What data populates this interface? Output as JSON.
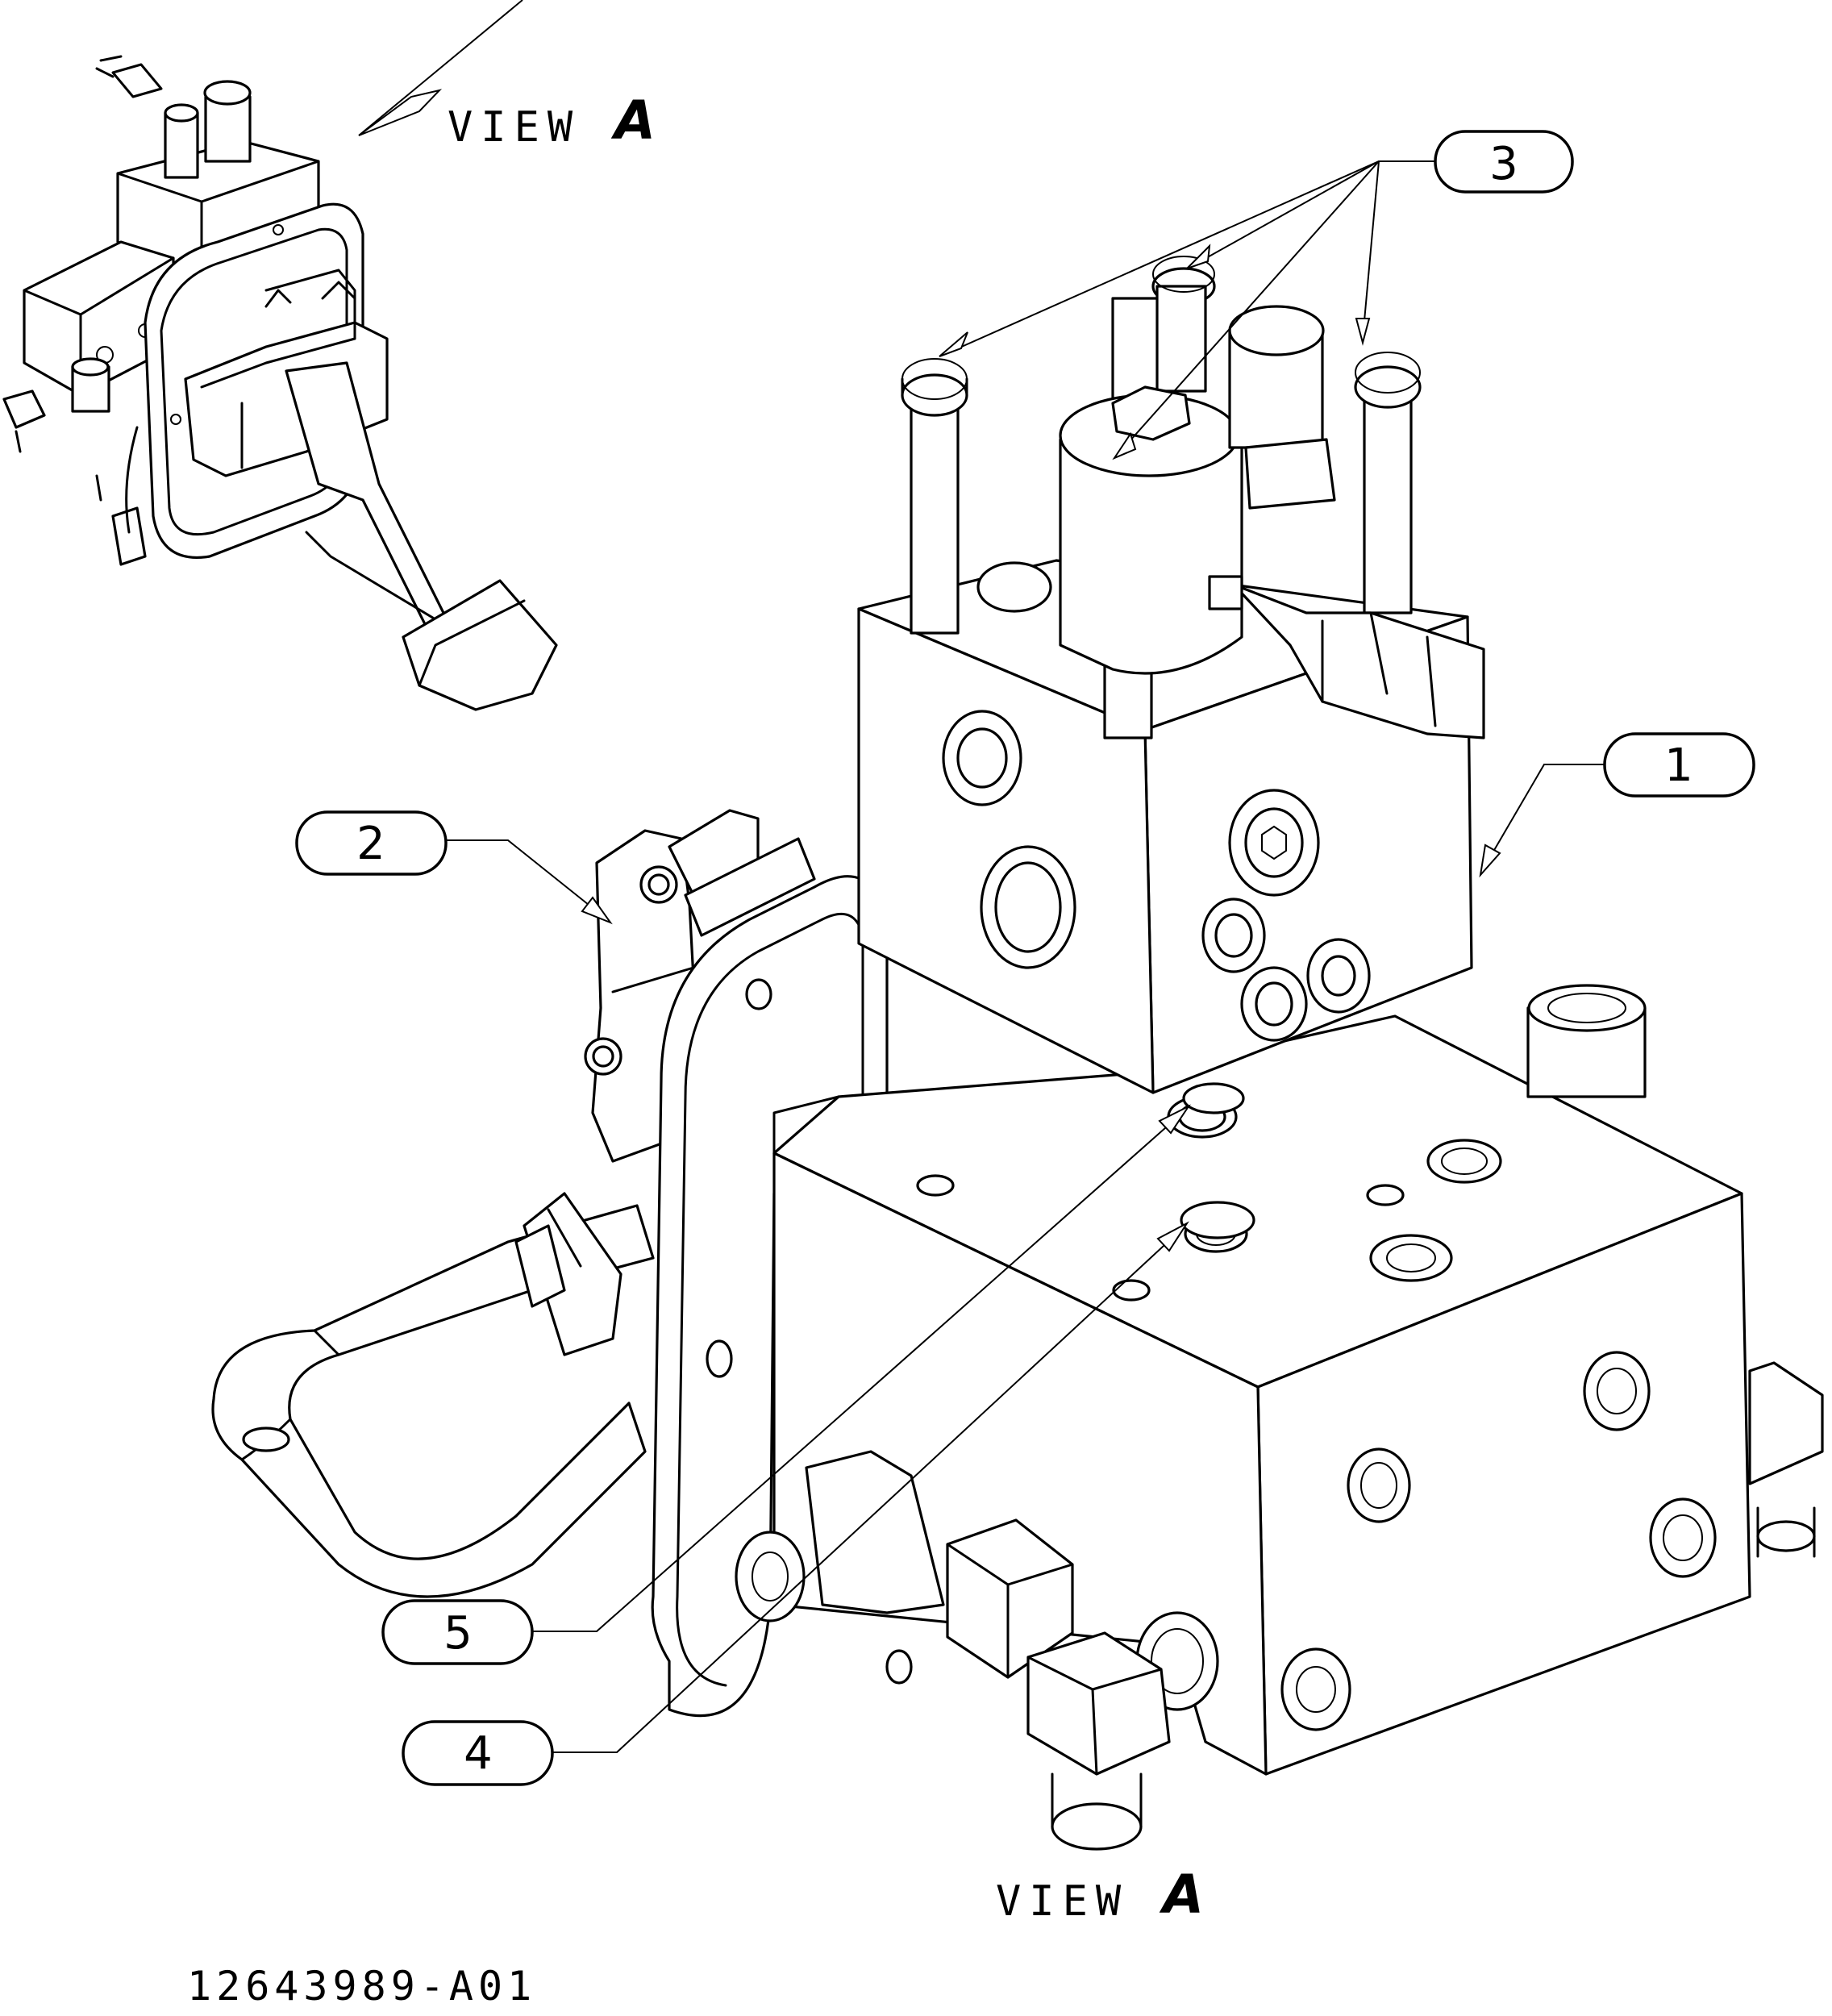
{
  "view_label_top": {
    "word": "VIEW",
    "letter": "A"
  },
  "view_label_bottom": {
    "word": "VIEW",
    "letter": "A"
  },
  "callouts": [
    {
      "id": "1",
      "label": "1"
    },
    {
      "id": "2",
      "label": "2"
    },
    {
      "id": "3",
      "label": "3"
    },
    {
      "id": "4",
      "label": "4"
    },
    {
      "id": "5",
      "label": "5"
    }
  ],
  "reference_number": "12643989-A01"
}
